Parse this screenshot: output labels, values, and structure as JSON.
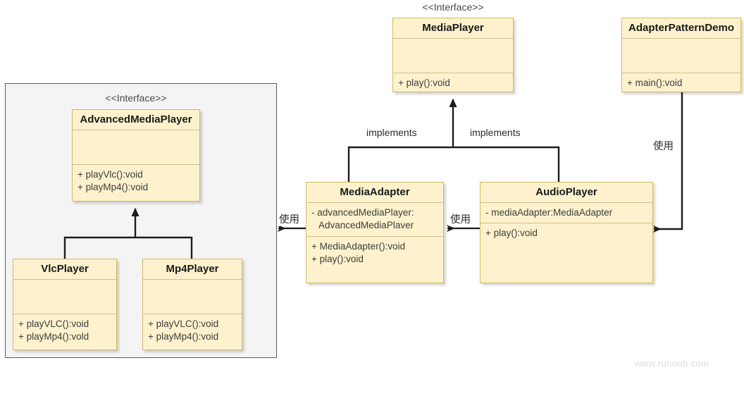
{
  "diagram": {
    "title": "Adapter Pattern UML Class Diagram",
    "watermark": "www.runoob.com",
    "colors": {
      "class_fill": "#fdf2cd",
      "class_border": "#d4b95e",
      "group_fill": "#f4f4f4",
      "group_border": "#5b5b5b",
      "line": "#1c1c1c",
      "text": "#3d3d3d",
      "watermark": "#dcdcdc"
    }
  },
  "stereotypes": {
    "media_player": "<<Interface>>",
    "advanced_media_player": "<<Interface>>"
  },
  "classes": {
    "media_player": {
      "name": "MediaPlayer",
      "attributes": [],
      "operations": [
        "+ play():void"
      ]
    },
    "adapter_pattern_demo": {
      "name": "AdapterPatternDemo",
      "attributes": [],
      "operations": [
        "+ main():void"
      ]
    },
    "advanced_media_player": {
      "name": "AdvancedMediaPlayer",
      "attributes": [],
      "operations": [
        "+ playVlc():void",
        "+ playMp4():void"
      ]
    },
    "vlc_player": {
      "name": "VlcPlayer",
      "attributes": [],
      "operations": [
        "+ playVLC():void",
        "+ playMp4():vold"
      ]
    },
    "mp4_player": {
      "name": "Mp4Player",
      "attributes": [],
      "operations": [
        "+ playVLC():void",
        "+ playMp4():void"
      ]
    },
    "media_adapter": {
      "name": "MediaAdapter",
      "attributes": [
        "- advancedMediaPlayer:",
        "AdvancedMediaPlaver"
      ],
      "operations": [
        "+ MediaAdapter():void",
        "+ play():void"
      ]
    },
    "audio_player": {
      "name": "AudioPlayer",
      "attributes": [
        "- mediaAdapter:MediaAdapter"
      ],
      "operations": [
        "+ play():void"
      ]
    }
  },
  "edges": {
    "media_adapter_implements": "implements",
    "audio_player_implements": "implements",
    "media_adapter_uses_advanced": "使用",
    "audio_player_uses_adapter": "使用",
    "demo_uses_audio_player": "使用"
  }
}
